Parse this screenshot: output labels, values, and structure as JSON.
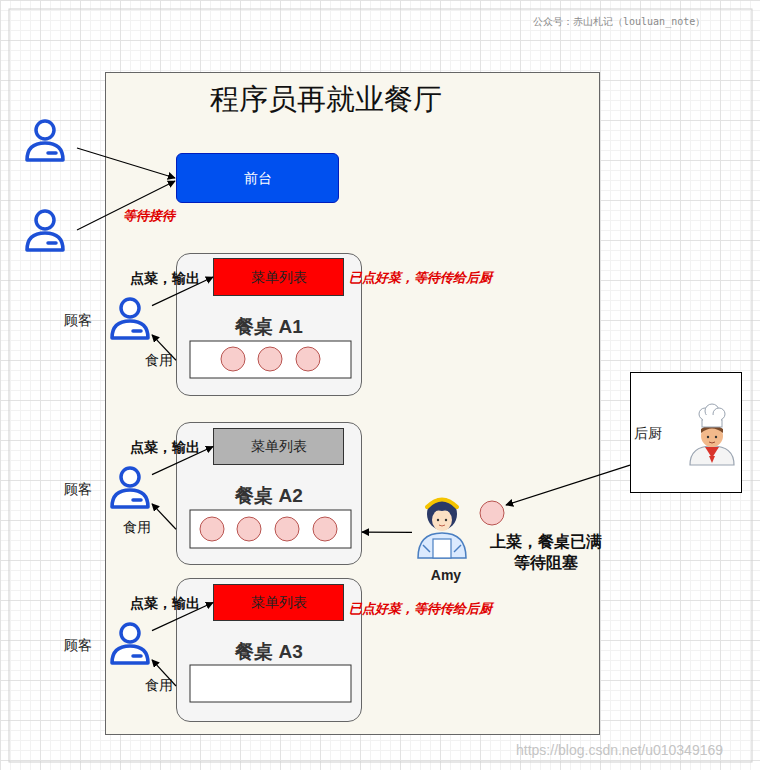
{
  "diagram": {
    "title": "程序员再就业餐厅",
    "nodes": [
      {
        "text": [
          "程序员再就业餐厅"
        ]
      },
      {
        "text": [
          "前台"
        ],
        "in": 0
      },
      {
        "text": [
          "顾客"
        ],
        "in": 0
      },
      {
        "text": [
          "餐桌 A1"
        ],
        "in": 0
      },
      {
        "text": [
          "菜单列表"
        ],
        "in": 3
      },
      {
        "text": [
          "顾客"
        ],
        "in": 0
      },
      {
        "text": [
          "餐桌 A2"
        ],
        "in": 0
      },
      {
        "text": [
          "菜单列表"
        ],
        "in": 6
      },
      {
        "text": [
          "Amy"
        ],
        "in": 0
      },
      {
        "text": [
          "顾客"
        ],
        "in": 0
      },
      {
        "text": [
          "餐桌 A3"
        ],
        "in": 0
      },
      {
        "text": [
          "菜单列表"
        ],
        "in": 10
      },
      {
        "text": [
          "后厨"
        ]
      }
    ],
    "edges": [
      {
        "from": 2,
        "to": 4,
        "label": "点菜，输出",
        "arrow": "to"
      },
      {
        "from": 3,
        "to": 2,
        "label": "食用",
        "arrow": "to"
      },
      {
        "from": 5,
        "to": 7,
        "label": "点菜，输出",
        "arrow": "to"
      },
      {
        "from": 6,
        "to": 5,
        "label": "食用",
        "arrow": "to"
      },
      {
        "from": 9,
        "to": 11,
        "label": "点菜，输出",
        "arrow": "to"
      },
      {
        "from": 10,
        "to": 9,
        "label": "食用",
        "arrow": "to"
      },
      {
        "from": 12,
        "to": 8,
        "arrow": "to"
      },
      {
        "from": 8,
        "to": 6,
        "arrow": "to"
      }
    ],
    "labels": [
      "公众号：赤山札记（louluan_note）",
      "等待接待",
      "已点好菜，等待传给后厨",
      "已点好菜，等待传给后厨",
      "上菜，餐桌已满 等待阻塞",
      "https://blog.csdn.net/u010349169"
    ]
  }
}
